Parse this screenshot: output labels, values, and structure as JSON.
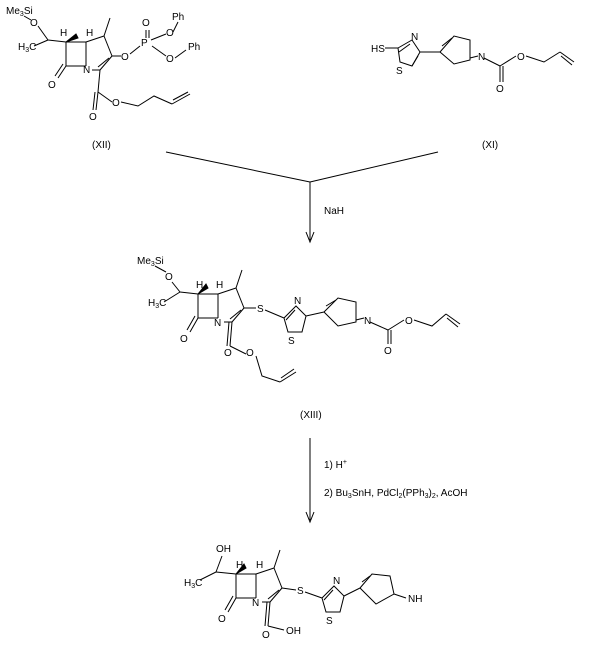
{
  "labels": {
    "xii": "(XII)",
    "xi": "(XI)",
    "xiii": "(XIII)",
    "nah": "NaH",
    "step1": "1) H+",
    "step2": "2) Bu3SnH, PdCl2(PPh3)2, AcOH"
  },
  "atoms": {
    "me3si": "Me3Si",
    "o": "O",
    "h": "H",
    "n": "N",
    "s": "S",
    "ph": "Ph",
    "p": "P",
    "hs": "HS",
    "nh": "NH",
    "oh": "OH",
    "ch3": "H3C"
  }
}
